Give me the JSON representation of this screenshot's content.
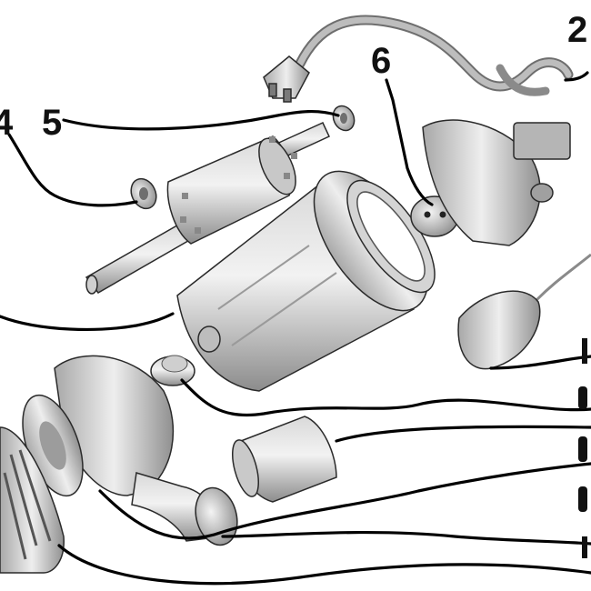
{
  "callouts": [
    {
      "id": "2",
      "label": "2"
    },
    {
      "id": "4",
      "label": "4"
    },
    {
      "id": "5",
      "label": "5"
    },
    {
      "id": "6",
      "label": "6"
    }
  ],
  "colors": {
    "background": "#ffffff",
    "part_light": "#e8e8e8",
    "part_mid": "#b8b8b8",
    "part_dark": "#7a7a7a",
    "leader_line": "#000000"
  }
}
